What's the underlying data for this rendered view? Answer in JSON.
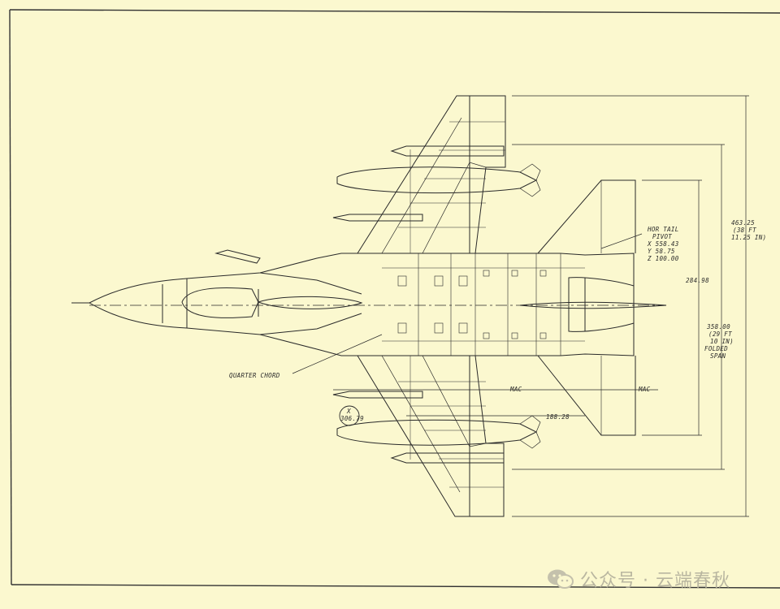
{
  "labels": {
    "hor_tail_pivot": [
      "HOR TAIL",
      "PIVOT",
      "X 558.43",
      "Y 58.75",
      "Z 100.00"
    ],
    "overall_length": [
      "463.25",
      "(38 FT",
      "11.25 IN)"
    ],
    "span_inner": "284.98",
    "folded_span": [
      "358.00",
      "(29 FT",
      "10 IN)",
      "FOLDED",
      "SPAN"
    ],
    "quarter_chord": "QUARTER CHORD",
    "mac_left": "MAC",
    "mac_right": "MAC",
    "mac_dim": "188.28",
    "x_station": [
      "X",
      "306.79"
    ]
  },
  "watermark": {
    "text": "公众号 · 云端春秋",
    "icon": "wechat-icon"
  },
  "colors": {
    "paper": "#fbf8cf",
    "ink": "#2a2a2a",
    "watermark": "#b9b6a0"
  }
}
